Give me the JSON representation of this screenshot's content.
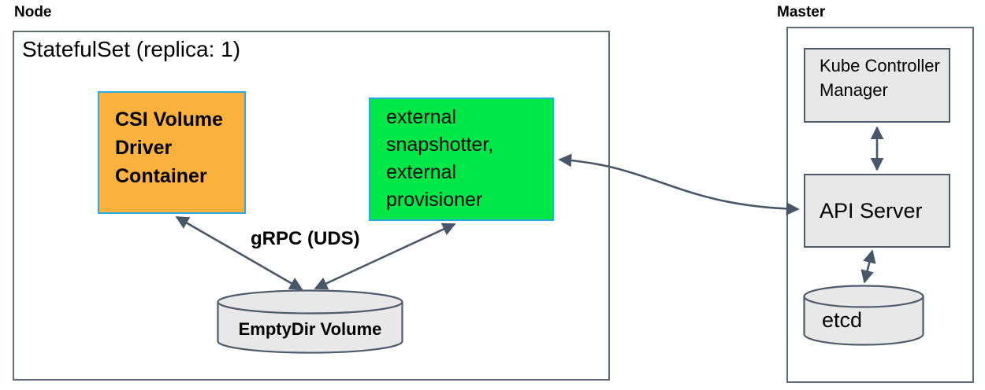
{
  "node_section": {
    "title": "Node",
    "statefulset_label": "StatefulSet (replica: 1)",
    "csi_driver_box": {
      "label": "CSI Volume Driver Container"
    },
    "sidecar_box": {
      "label": "external snapshotter, external provisioner"
    },
    "grpc_label": "gRPC (UDS)",
    "emptydir_volume": {
      "label": "EmptyDir Volume"
    }
  },
  "master_section": {
    "title": "Master",
    "kube_controller_manager_box": {
      "label": "Kube Controller Manager"
    },
    "api_server_box": {
      "label": "API Server"
    },
    "etcd_store": {
      "label": "etcd"
    }
  },
  "connections": [
    {
      "from": "csi-volume-driver-container",
      "to": "emptydir-volume",
      "bidirectional": true,
      "protocol": "gRPC (UDS)"
    },
    {
      "from": "external-snapshotter-provisioner",
      "to": "emptydir-volume",
      "bidirectional": true,
      "protocol": "gRPC (UDS)"
    },
    {
      "from": "external-snapshotter-provisioner",
      "to": "api-server",
      "bidirectional": true
    },
    {
      "from": "kube-controller-manager",
      "to": "api-server",
      "bidirectional": true
    },
    {
      "from": "api-server",
      "to": "etcd",
      "bidirectional": true
    }
  ],
  "colors": {
    "frame_border": "#5f6b78",
    "accent_border": "#29abe2",
    "orange_fill": "#fbb13d",
    "green_fill": "#00e848",
    "gray_fill": "#e8e8e8",
    "gray_border": "#4d5b6b",
    "arrow": "#475669",
    "text": "#000000"
  }
}
